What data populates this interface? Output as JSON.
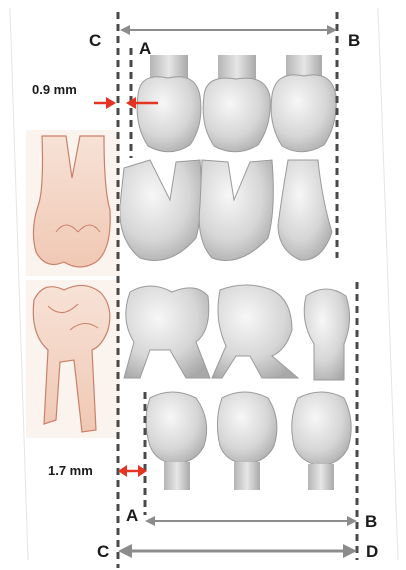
{
  "labels": {
    "c_top": "C",
    "a_top": "A",
    "b_top": "B",
    "a_bottom": "A",
    "b_bottom": "B",
    "c_bottom": "C",
    "d_bottom": "D"
  },
  "measurements": {
    "top": "0.9 mm",
    "bottom": "1.7 mm"
  },
  "colors": {
    "guide_line": "#4a4a4a",
    "dimension_arrow": "#8c8c8c",
    "measure_arrow": "#e53424",
    "tooth_fill": "#d9d9d9",
    "illustration_fill": "#f3d6c6",
    "illustration_stroke": "#c9806a"
  }
}
